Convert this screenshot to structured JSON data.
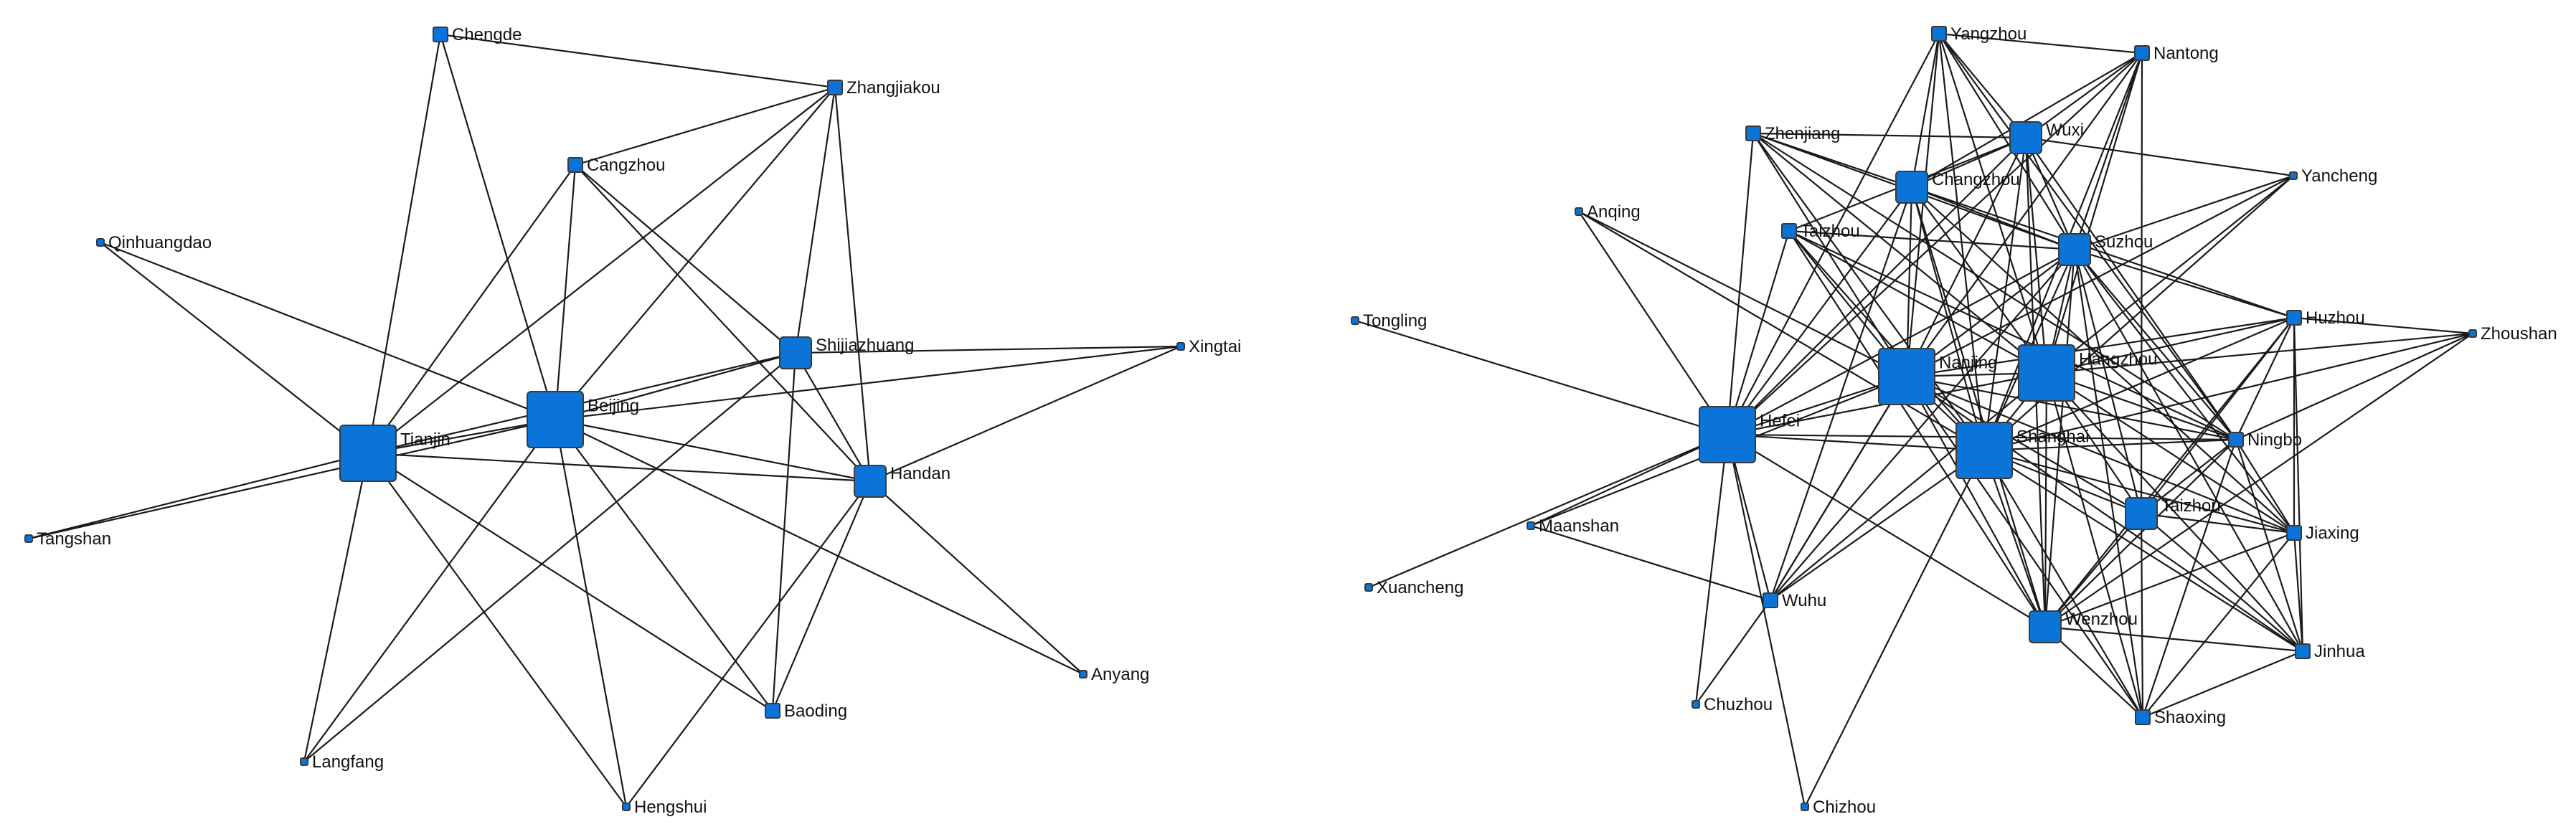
{
  "graphs": [
    {
      "nodes": [
        {
          "id": "Chengde",
          "label": "Chengde",
          "size": "small"
        },
        {
          "id": "Zhangjiakou",
          "label": "Zhangjiakou",
          "size": "small"
        },
        {
          "id": "Cangzhou",
          "label": "Cangzhou",
          "size": "small"
        },
        {
          "id": "Qinhuangdao",
          "label": "Qinhuangdao",
          "size": "tiny"
        },
        {
          "id": "Shijiazhuang",
          "label": "Shijiazhuang",
          "size": "medium"
        },
        {
          "id": "Xingtai",
          "label": "Xingtai",
          "size": "tiny"
        },
        {
          "id": "Beijing",
          "label": "Beijing",
          "size": "large"
        },
        {
          "id": "Tianjin",
          "label": "Tianjin",
          "size": "large"
        },
        {
          "id": "Handan",
          "label": "Handan",
          "size": "medium"
        },
        {
          "id": "Tangshan",
          "label": "Tangshan",
          "size": "tiny"
        },
        {
          "id": "Anyang",
          "label": "Anyang",
          "size": "tiny"
        },
        {
          "id": "Baoding",
          "label": "Baoding",
          "size": "small"
        },
        {
          "id": "Langfang",
          "label": "Langfang",
          "size": "tiny"
        },
        {
          "id": "Hengshui",
          "label": "Hengshui",
          "size": "tiny"
        }
      ],
      "edges": [
        [
          "Chengde",
          "Zhangjiakou"
        ],
        [
          "Chengde",
          "Tianjin"
        ],
        [
          "Chengde",
          "Beijing"
        ],
        [
          "Zhangjiakou",
          "Cangzhou"
        ],
        [
          "Zhangjiakou",
          "Beijing"
        ],
        [
          "Zhangjiakou",
          "Tianjin"
        ],
        [
          "Zhangjiakou",
          "Shijiazhuang"
        ],
        [
          "Zhangjiakou",
          "Handan"
        ],
        [
          "Cangzhou",
          "Beijing"
        ],
        [
          "Cangzhou",
          "Tianjin"
        ],
        [
          "Cangzhou",
          "Shijiazhuang"
        ],
        [
          "Cangzhou",
          "Handan"
        ],
        [
          "Qinhuangdao",
          "Tianjin"
        ],
        [
          "Qinhuangdao",
          "Beijing"
        ],
        [
          "Tangshan",
          "Tianjin"
        ],
        [
          "Tangshan",
          "Beijing"
        ],
        [
          "Tianjin",
          "Beijing"
        ],
        [
          "Tianjin",
          "Shijiazhuang"
        ],
        [
          "Tianjin",
          "Handan"
        ],
        [
          "Tianjin",
          "Langfang"
        ],
        [
          "Tianjin",
          "Hengshui"
        ],
        [
          "Tianjin",
          "Baoding"
        ],
        [
          "Beijing",
          "Shijiazhuang"
        ],
        [
          "Beijing",
          "Handan"
        ],
        [
          "Beijing",
          "Xingtai"
        ],
        [
          "Beijing",
          "Baoding"
        ],
        [
          "Beijing",
          "Hengshui"
        ],
        [
          "Beijing",
          "Anyang"
        ],
        [
          "Shijiazhuang",
          "Xingtai"
        ],
        [
          "Shijiazhuang",
          "Handan"
        ],
        [
          "Shijiazhuang",
          "Baoding"
        ],
        [
          "Shijiazhuang",
          "Langfang"
        ],
        [
          "Handan",
          "Xingtai"
        ],
        [
          "Handan",
          "Anyang"
        ],
        [
          "Handan",
          "Baoding"
        ],
        [
          "Handan",
          "Hengshui"
        ],
        [
          "Langfang",
          "Beijing"
        ]
      ]
    },
    {
      "nodes": [
        {
          "id": "Yangzhou",
          "label": "Yangzhou",
          "size": "small"
        },
        {
          "id": "Nantong",
          "label": "Nantong",
          "size": "small"
        },
        {
          "id": "Zhenjiang",
          "label": "Zhenjiang",
          "size": "small"
        },
        {
          "id": "Wuxi",
          "label": "Wuxi",
          "size": "medium"
        },
        {
          "id": "Changzhou",
          "label": "Changzhou",
          "size": "medium"
        },
        {
          "id": "Yancheng",
          "label": "Yancheng",
          "size": "tiny"
        },
        {
          "id": "Anqing",
          "label": "Anqing",
          "size": "tiny"
        },
        {
          "id": "Taizhou_JS",
          "label": "Taizhou",
          "size": "small"
        },
        {
          "id": "Suzhou",
          "label": "Suzhou",
          "size": "medium"
        },
        {
          "id": "Huzhou",
          "label": "Huzhou",
          "size": "small"
        },
        {
          "id": "Zhoushan",
          "label": "Zhoushan",
          "size": "tiny"
        },
        {
          "id": "Tongling",
          "label": "Tongling",
          "size": "tiny"
        },
        {
          "id": "Nanjing",
          "label": "Nanjing",
          "size": "large"
        },
        {
          "id": "Hangzhou",
          "label": "Hangzhou",
          "size": "large"
        },
        {
          "id": "Hefei",
          "label": "Hefei",
          "size": "large"
        },
        {
          "id": "Shanghai",
          "label": "Shanghai",
          "size": "large"
        },
        {
          "id": "Ningbo",
          "label": "Ningbo",
          "size": "small"
        },
        {
          "id": "Maanshan",
          "label": "Maanshan",
          "size": "tiny"
        },
        {
          "id": "Taizhou_ZJ",
          "label": "Taizhou",
          "size": "medium"
        },
        {
          "id": "Jiaxing",
          "label": "Jiaxing",
          "size": "small"
        },
        {
          "id": "Xuancheng",
          "label": "Xuancheng",
          "size": "tiny"
        },
        {
          "id": "Wuhu",
          "label": "Wuhu",
          "size": "small"
        },
        {
          "id": "Wenzhou",
          "label": "Wenzhou",
          "size": "medium"
        },
        {
          "id": "Jinhua",
          "label": "Jinhua",
          "size": "small"
        },
        {
          "id": "Chuzhou",
          "label": "Chuzhou",
          "size": "tiny"
        },
        {
          "id": "Shaoxing",
          "label": "Shaoxing",
          "size": "small"
        },
        {
          "id": "Chizhou",
          "label": "Chizhou",
          "size": "tiny"
        }
      ],
      "edges": [
        [
          "Yangzhou",
          "Nantong"
        ],
        [
          "Yangzhou",
          "Wuxi"
        ],
        [
          "Yangzhou",
          "Changzhou"
        ],
        [
          "Yangzhou",
          "Suzhou"
        ],
        [
          "Yangzhou",
          "Nanjing"
        ],
        [
          "Yangzhou",
          "Shanghai"
        ],
        [
          "Yangzhou",
          "Hangzhou"
        ],
        [
          "Yangzhou",
          "Hefei"
        ],
        [
          "Yangzhou",
          "Ningbo"
        ],
        [
          "Nantong",
          "Wuxi"
        ],
        [
          "Nantong",
          "Changzhou"
        ],
        [
          "Nantong",
          "Suzhou"
        ],
        [
          "Nantong",
          "Nanjing"
        ],
        [
          "Nantong",
          "Shanghai"
        ],
        [
          "Nantong",
          "Hangzhou"
        ],
        [
          "Nantong",
          "Taizhou_ZJ"
        ],
        [
          "Nantong",
          "Hefei"
        ],
        [
          "Zhenjiang",
          "Wuxi"
        ],
        [
          "Zhenjiang",
          "Changzhou"
        ],
        [
          "Zhenjiang",
          "Suzhou"
        ],
        [
          "Zhenjiang",
          "Nanjing"
        ],
        [
          "Zhenjiang",
          "Shanghai"
        ],
        [
          "Zhenjiang",
          "Hangzhou"
        ],
        [
          "Zhenjiang",
          "Hefei"
        ],
        [
          "Zhenjiang",
          "Ningbo"
        ],
        [
          "Wuxi",
          "Changzhou"
        ],
        [
          "Wuxi",
          "Suzhou"
        ],
        [
          "Wuxi",
          "Yancheng"
        ],
        [
          "Wuxi",
          "Nanjing"
        ],
        [
          "Wuxi",
          "Shanghai"
        ],
        [
          "Wuxi",
          "Hangzhou"
        ],
        [
          "Wuxi",
          "Hefei"
        ],
        [
          "Wuxi",
          "Ningbo"
        ],
        [
          "Wuxi",
          "Taizhou_JS"
        ],
        [
          "Wuxi",
          "Wenzhou"
        ],
        [
          "Changzhou",
          "Suzhou"
        ],
        [
          "Changzhou",
          "Nanjing"
        ],
        [
          "Changzhou",
          "Shanghai"
        ],
        [
          "Changzhou",
          "Hangzhou"
        ],
        [
          "Changzhou",
          "Hefei"
        ],
        [
          "Changzhou",
          "Huzhou"
        ],
        [
          "Changzhou",
          "Wuhu"
        ],
        [
          "Changzhou",
          "Wenzhou"
        ],
        [
          "Changzhou",
          "Jiaxing"
        ],
        [
          "Yancheng",
          "Suzhou"
        ],
        [
          "Yancheng",
          "Shanghai"
        ],
        [
          "Yancheng",
          "Hangzhou"
        ],
        [
          "Yancheng",
          "Nanjing"
        ],
        [
          "Anqing",
          "Hefei"
        ],
        [
          "Anqing",
          "Nanjing"
        ],
        [
          "Anqing",
          "Shanghai"
        ],
        [
          "Taizhou_JS",
          "Suzhou"
        ],
        [
          "Taizhou_JS",
          "Nanjing"
        ],
        [
          "Taizhou_JS",
          "Shanghai"
        ],
        [
          "Taizhou_JS",
          "Hangzhou"
        ],
        [
          "Taizhou_JS",
          "Ningbo"
        ],
        [
          "Taizhou_JS",
          "Hefei"
        ],
        [
          "Taizhou_JS",
          "Wenzhou"
        ],
        [
          "Suzhou",
          "Nanjing"
        ],
        [
          "Suzhou",
          "Shanghai"
        ],
        [
          "Suzhou",
          "Hangzhou"
        ],
        [
          "Suzhou",
          "Hefei"
        ],
        [
          "Suzhou",
          "Huzhou"
        ],
        [
          "Suzhou",
          "Ningbo"
        ],
        [
          "Suzhou",
          "Jiaxing"
        ],
        [
          "Suzhou",
          "Taizhou_ZJ"
        ],
        [
          "Suzhou",
          "Wenzhou"
        ],
        [
          "Suzhou",
          "Wuhu"
        ],
        [
          "Suzhou",
          "Jinhua"
        ],
        [
          "Suzhou",
          "Shaoxing"
        ],
        [
          "Huzhou",
          "Zhoushan"
        ],
        [
          "Huzhou",
          "Hangzhou"
        ],
        [
          "Huzhou",
          "Shanghai"
        ],
        [
          "Huzhou",
          "Nanjing"
        ],
        [
          "Huzhou",
          "Jiaxing"
        ],
        [
          "Huzhou",
          "Jinhua"
        ],
        [
          "Huzhou",
          "Ningbo"
        ],
        [
          "Huzhou",
          "Taizhou_ZJ"
        ],
        [
          "Huzhou",
          "Wenzhou"
        ],
        [
          "Zhoushan",
          "Hangzhou"
        ],
        [
          "Zhoushan",
          "Shanghai"
        ],
        [
          "Zhoushan",
          "Ningbo"
        ],
        [
          "Zhoushan",
          "Wenzhou"
        ],
        [
          "Tongling",
          "Hefei"
        ],
        [
          "Nanjing",
          "Hangzhou"
        ],
        [
          "Nanjing",
          "Shanghai"
        ],
        [
          "Nanjing",
          "Hefei"
        ],
        [
          "Nanjing",
          "Ningbo"
        ],
        [
          "Nanjing",
          "Taizhou_ZJ"
        ],
        [
          "Nanjing",
          "Wenzhou"
        ],
        [
          "Nanjing",
          "Wuhu"
        ],
        [
          "Nanjing",
          "Maanshan"
        ],
        [
          "Nanjing",
          "Jinhua"
        ],
        [
          "Nanjing",
          "Jiaxing"
        ],
        [
          "Nanjing",
          "Shaoxing"
        ],
        [
          "Hangzhou",
          "Shanghai"
        ],
        [
          "Hangzhou",
          "Hefei"
        ],
        [
          "Hangzhou",
          "Ningbo"
        ],
        [
          "Hangzhou",
          "Taizhou_ZJ"
        ],
        [
          "Hangzhou",
          "Wenzhou"
        ],
        [
          "Hangzhou",
          "Jiaxing"
        ],
        [
          "Hangzhou",
          "Jinhua"
        ],
        [
          "Hangzhou",
          "Shaoxing"
        ],
        [
          "Hangzhou",
          "Wuhu"
        ],
        [
          "Hefei",
          "Shanghai"
        ],
        [
          "Hefei",
          "Wuhu"
        ],
        [
          "Hefei",
          "Maanshan"
        ],
        [
          "Hefei",
          "Xuancheng"
        ],
        [
          "Hefei",
          "Chuzhou"
        ],
        [
          "Hefei",
          "Chizhou"
        ],
        [
          "Hefei",
          "Wenzhou"
        ],
        [
          "Hefei",
          "Ningbo"
        ],
        [
          "Shanghai",
          "Ningbo"
        ],
        [
          "Shanghai",
          "Taizhou_ZJ"
        ],
        [
          "Shanghai",
          "Wenzhou"
        ],
        [
          "Shanghai",
          "Jiaxing"
        ],
        [
          "Shanghai",
          "Jinhua"
        ],
        [
          "Shanghai",
          "Shaoxing"
        ],
        [
          "Shanghai",
          "Wuhu"
        ],
        [
          "Shanghai",
          "Chizhou"
        ],
        [
          "Ningbo",
          "Taizhou_ZJ"
        ],
        [
          "Ningbo",
          "Wenzhou"
        ],
        [
          "Ningbo",
          "Jiaxing"
        ],
        [
          "Ningbo",
          "Jinhua"
        ],
        [
          "Ningbo",
          "Shaoxing"
        ],
        [
          "Maanshan",
          "Wuhu"
        ],
        [
          "Taizhou_ZJ",
          "Wenzhou"
        ],
        [
          "Taizhou_ZJ",
          "Jiaxing"
        ],
        [
          "Taizhou_ZJ",
          "Jinhua"
        ],
        [
          "Taizhou_ZJ",
          "Shaoxing"
        ],
        [
          "Jiaxing",
          "Jinhua"
        ],
        [
          "Jiaxing",
          "Wenzhou"
        ],
        [
          "Jiaxing",
          "Shaoxing"
        ],
        [
          "Wuhu",
          "Chuzhou"
        ],
        [
          "Wuhu",
          "Nanjing"
        ],
        [
          "Wenzhou",
          "Jinhua"
        ],
        [
          "Wenzhou",
          "Shaoxing"
        ],
        [
          "Jinhua",
          "Shaoxing"
        ]
      ]
    }
  ]
}
